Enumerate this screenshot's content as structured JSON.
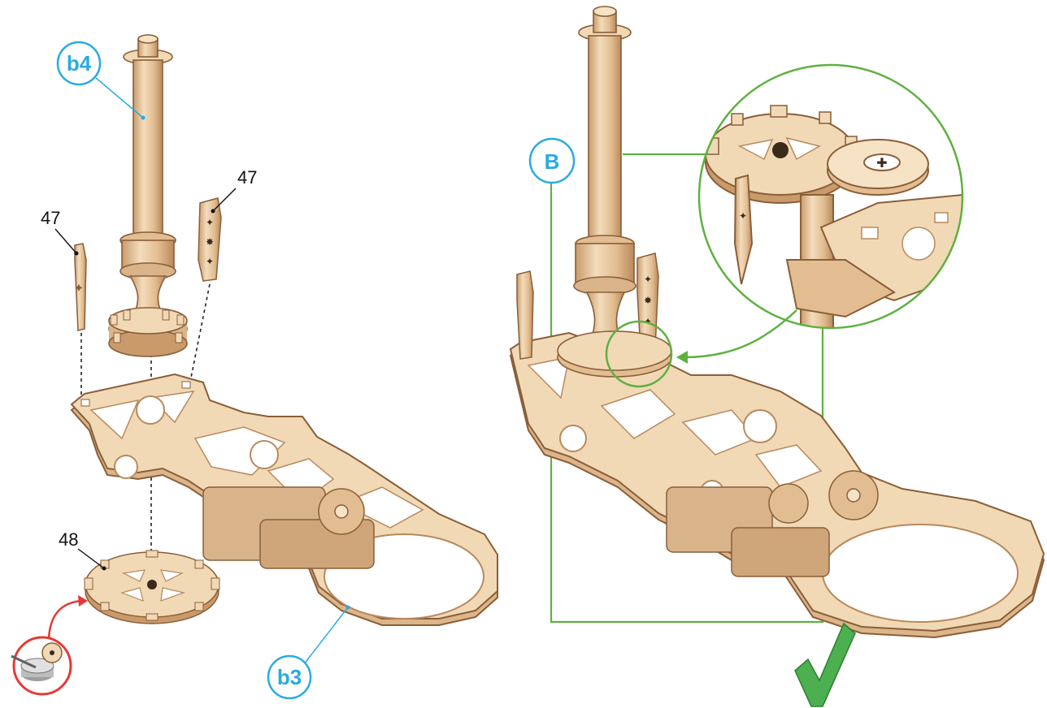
{
  "callouts": {
    "b4": "b4",
    "b3": "b3",
    "B": "B"
  },
  "part_numbers": {
    "left_47": "47",
    "right_47": "47",
    "gear_48": "48"
  },
  "colors": {
    "wood_light": "#f1d9b6",
    "wood_mid": "#d9b48a",
    "wood_edge": "#b8895d",
    "wood_dark": "#8a5e38",
    "callout_blue": "#29abe2",
    "guide_green": "#5fb041",
    "check_green": "#4caf50",
    "arrow_red": "#e53935"
  },
  "icons": [
    "glue-pot-icon",
    "check-mark-icon"
  ]
}
